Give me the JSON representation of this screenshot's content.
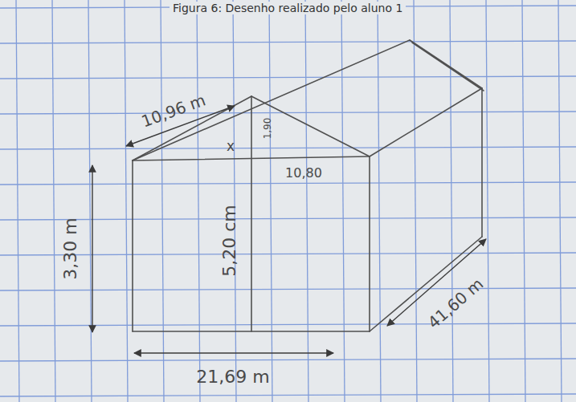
{
  "diagram": {
    "title": "Figura 6: Desenho realizado pelo aluno 1",
    "labels": [
      "10,96 m",
      "3,30 m",
      "x",
      "1,90",
      "5,20 cm",
      "10,80",
      "21,69 m",
      "41,60 m"
    ]
  }
}
